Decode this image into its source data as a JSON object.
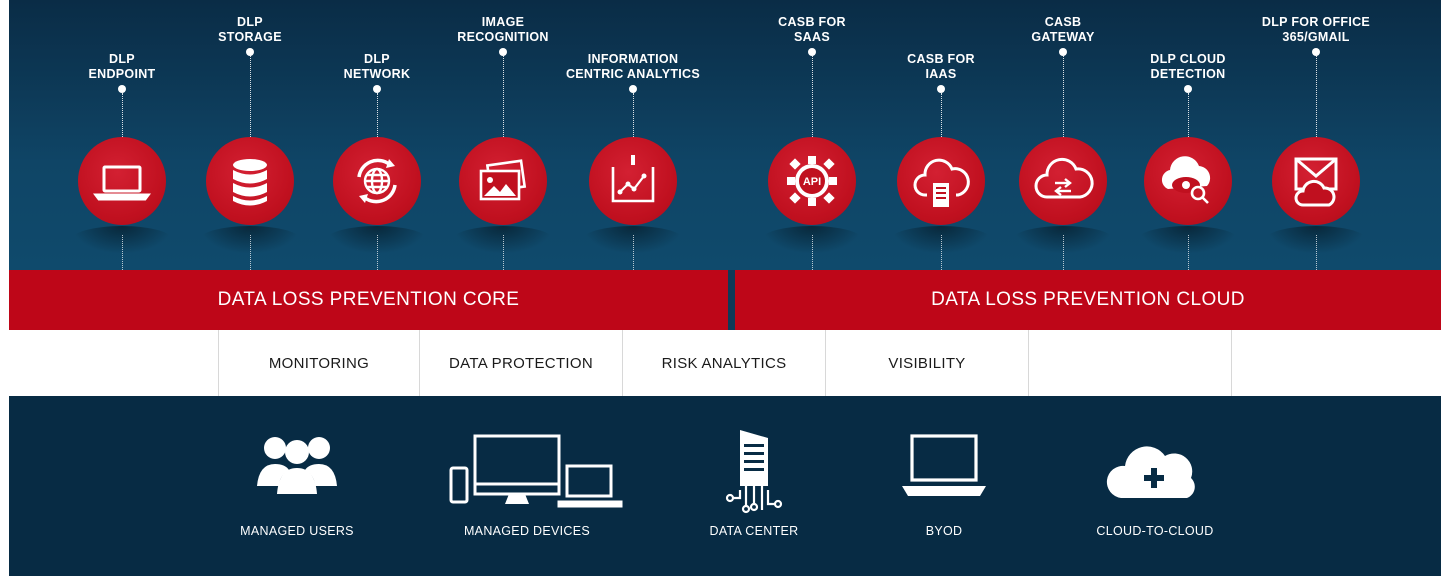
{
  "products": [
    {
      "id": "dlp-endpoint",
      "label_lines": [
        "DLP",
        "ENDPOINT"
      ],
      "icon": "laptop-icon"
    },
    {
      "id": "dlp-storage",
      "label_lines": [
        "DLP",
        "STORAGE"
      ],
      "icon": "database-icon"
    },
    {
      "id": "dlp-network",
      "label_lines": [
        "DLP",
        "NETWORK"
      ],
      "icon": "globe-sync-icon"
    },
    {
      "id": "image-recognition",
      "label_lines": [
        "IMAGE",
        "RECOGNITION"
      ],
      "icon": "images-icon"
    },
    {
      "id": "information-centric-analytics",
      "label_lines": [
        "INFORMATION",
        "CENTRIC ANALYTICS"
      ],
      "icon": "analytics-chart-icon"
    },
    {
      "id": "casb-for-saas",
      "label_lines": [
        "CASB FOR",
        "SAAS"
      ],
      "icon": "api-gear-icon"
    },
    {
      "id": "casb-for-iaas",
      "label_lines": [
        "CASB FOR",
        "IAAS"
      ],
      "icon": "cloud-server-icon"
    },
    {
      "id": "casb-gateway",
      "label_lines": [
        "CASB",
        "GATEWAY"
      ],
      "icon": "cloud-gateway-icon"
    },
    {
      "id": "dlp-cloud-detection",
      "label_lines": [
        "DLP CLOUD",
        "DETECTION"
      ],
      "icon": "cloud-eye-search-icon"
    },
    {
      "id": "dlp-for-office-365-gmail",
      "label_lines": [
        "DLP FOR OFFICE",
        "365/GMAIL"
      ],
      "icon": "envelope-cloud-icon"
    }
  ],
  "bars": {
    "core": "DATA LOSS PREVENTION CORE",
    "cloud": "DATA LOSS PREVENTION CLOUD"
  },
  "capabilities": [
    "MONITORING",
    "DATA PROTECTION",
    "RISK ANALYTICS",
    "VISIBILITY",
    "",
    ""
  ],
  "deployments": [
    {
      "id": "managed-users",
      "label": "MANAGED USERS",
      "icon": "users-group-icon"
    },
    {
      "id": "managed-devices",
      "label": "MANAGED DEVICES",
      "icon": "devices-icon"
    },
    {
      "id": "data-center",
      "label": "DATA CENTER",
      "icon": "data-center-icon"
    },
    {
      "id": "byod",
      "label": "BYOD",
      "icon": "laptop-icon"
    },
    {
      "id": "cloud-to-cloud",
      "label": "CLOUD-TO-CLOUD",
      "icon": "cloud-plus-icon"
    }
  ],
  "colors": {
    "brand_red": "#be0618",
    "navy": "#072b44",
    "white": "#ffffff"
  }
}
